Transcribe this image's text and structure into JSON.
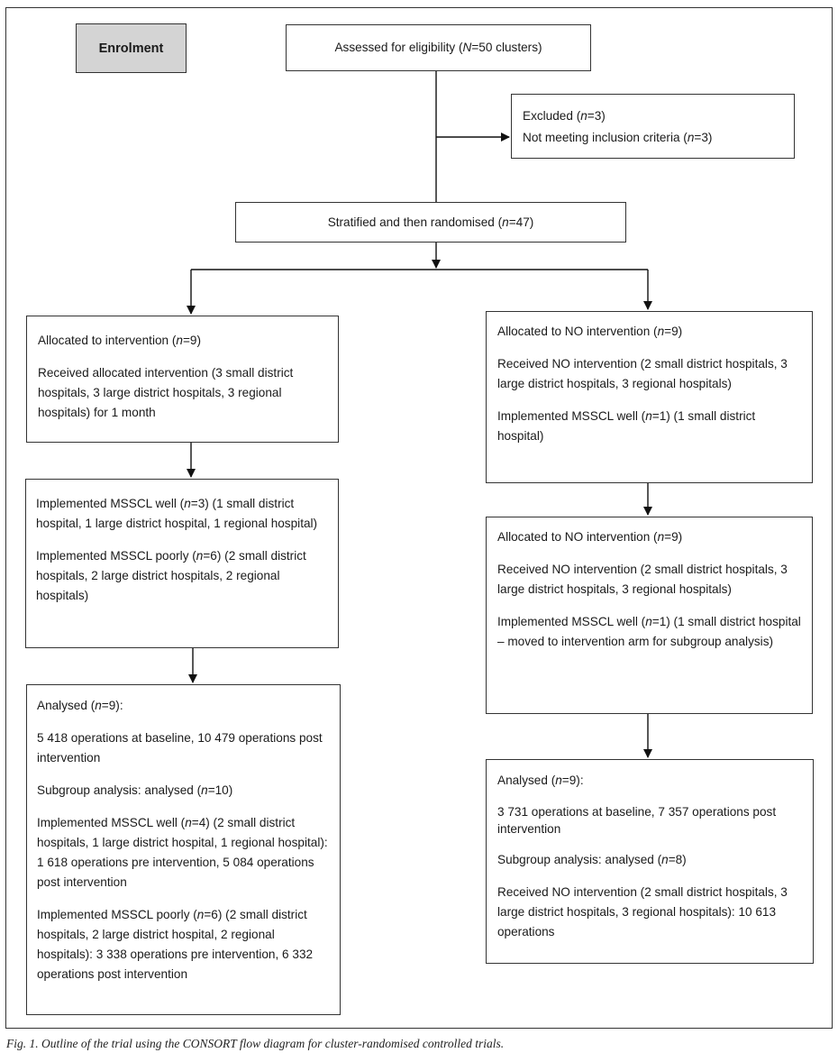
{
  "enrolment": "Enrolment",
  "assessed": {
    "a": "Assessed for eligibility (",
    "var": "N",
    "b": "=50 clusters)"
  },
  "excluded": {
    "line1": {
      "a": "Excluded (",
      "var": "n",
      "b": "=3)"
    },
    "line2": {
      "a": "Not meeting inclusion criteria (",
      "var": "n",
      "b": "=3)"
    }
  },
  "randomised": {
    "a": "Stratified and then randomised (",
    "var": "n",
    "b": "=47)"
  },
  "left_alloc": {
    "p1": {
      "a": "Allocated to intervention (",
      "var": "n",
      "b": "=9)"
    },
    "p2": "Received allocated intervention (3 small district hospitals, 3 large district hospitals, 3 regional hospitals) for 1 month"
  },
  "left_impl": {
    "p1": {
      "a": "Implemented MSSCL well (",
      "var": "n",
      "b": "=3) (1 small district hospital, 1 large district hospital, 1 regional hospital)"
    },
    "p2": {
      "a": "Implemented MSSCL poorly (",
      "var": "n",
      "b": "=6) (2 small district hospitals, 2 large district hospitals, 2 regional hospitals)"
    }
  },
  "left_analysed": {
    "p1": {
      "a": "Analysed (",
      "var": "n",
      "b": "=9):"
    },
    "p2": "5 418 operations at baseline, 10 479 operations post intervention",
    "p3": {
      "a": "Subgroup analysis: analysed (",
      "var": "n",
      "b": "=10)"
    },
    "p4": {
      "a": "Implemented MSSCL well (",
      "var": "n",
      "b": "=4) (2 small district hospitals, 1 large district hospital, 1 regional hospital): 1 618 operations pre intervention, 5 084 operations post intervention"
    },
    "p5": {
      "a": "Implemented MSSCL poorly (",
      "var": "n",
      "b": "=6) (2 small district hospitals, 2 large district hospital, 2 regional hospitals): 3 338 operations pre intervention, 6 332 operations post intervention"
    }
  },
  "right_alloc1": {
    "p1": {
      "a": "Allocated to NO intervention (",
      "var": "n",
      "b": "=9)"
    },
    "p2": "Received NO intervention (2 small district hospitals, 3 large district hospitals, 3 regional hospitals)",
    "p3": {
      "a": "Implemented MSSCL well (",
      "var": "n",
      "b": "=1) (1 small district hospital)"
    }
  },
  "right_alloc2": {
    "p1": {
      "a": "Allocated to NO intervention (",
      "var": "n",
      "b": "=9)"
    },
    "p2": "Received NO intervention (2 small district hospitals, 3 large district hospitals, 3 regional hospitals)",
    "p3": {
      "a": "Implemented MSSCL well (",
      "var": "n",
      "b": "=1) (1 small district hospital – moved to intervention arm for subgroup analysis)"
    }
  },
  "right_analysed": {
    "p1": {
      "a": "Analysed (",
      "var": "n",
      "b": "=9):"
    },
    "p2": "3 731 operations at baseline, 7 357 operations post intervention",
    "p3": {
      "a": "Subgroup analysis: analysed (",
      "var": "n",
      "b": "=8)"
    },
    "p4": "Received NO intervention (2 small district hospitals, 3 large district hospitals, 3 regional hospitals): 10 613 operations"
  },
  "caption": "Fig. 1. Outline of the trial using the CONSORT flow diagram for cluster-randomised controlled trials."
}
